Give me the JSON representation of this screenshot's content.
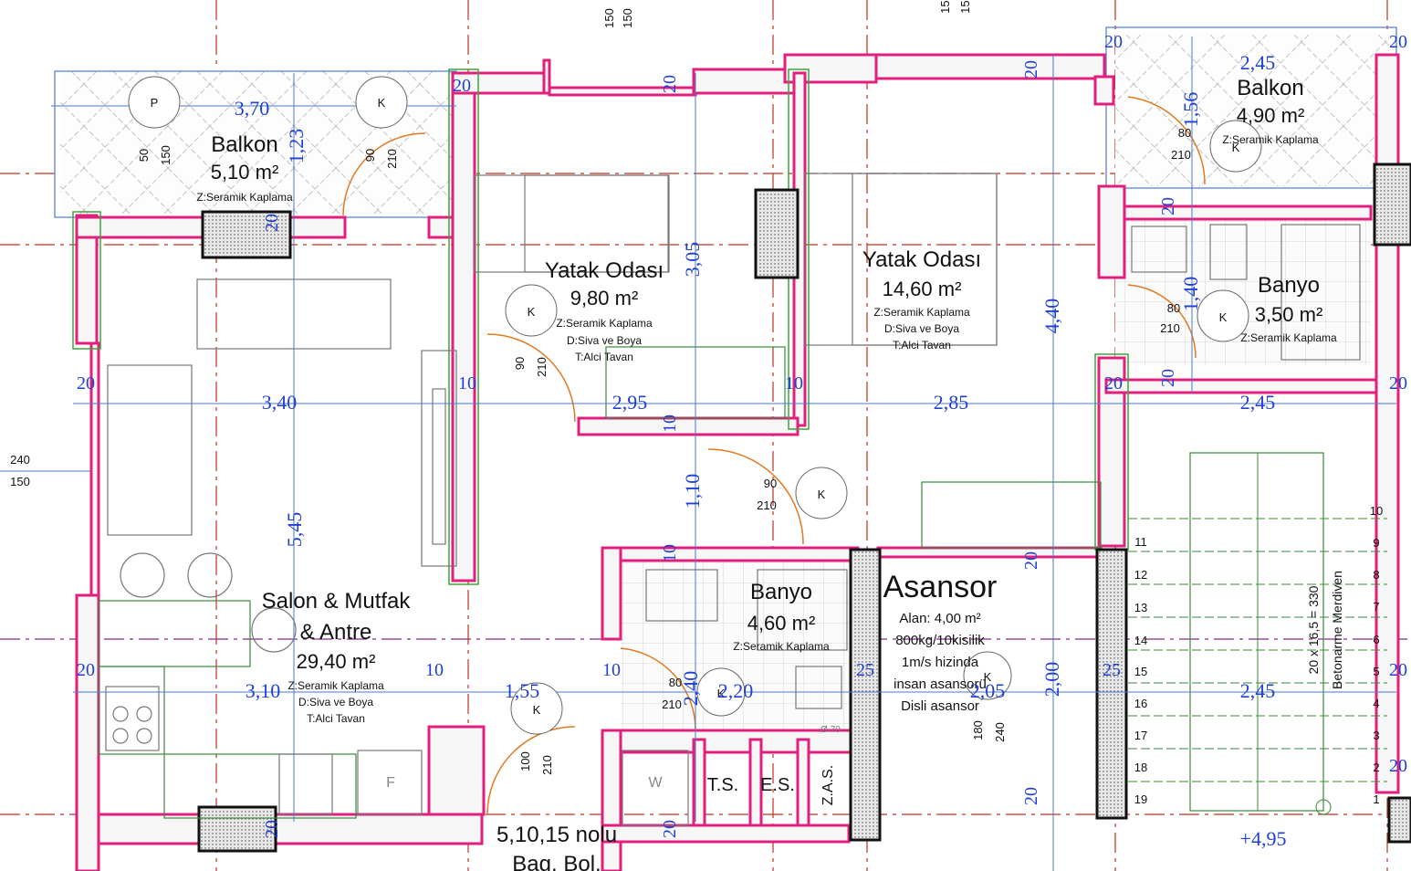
{
  "rooms": {
    "balkon_left": {
      "name": "Balkon",
      "area": "5,10 m²",
      "note": "Z:Seramik Kaplama"
    },
    "balkon_right": {
      "name": "Balkon",
      "area": "4,90 m²",
      "note": "Z:Seramik Kaplama"
    },
    "yatak_1": {
      "name": "Yatak Odası",
      "area": "9,80 m²",
      "notes": [
        "Z:Seramik Kaplama",
        "D:Siva ve Boya",
        "T:Alci Tavan"
      ]
    },
    "yatak_2": {
      "name": "Yatak Odası",
      "area": "14,60 m²",
      "notes": [
        "Z:Seramik Kaplama",
        "D:Siva ve Boya",
        "T:Alci Tavan"
      ]
    },
    "banyo_right": {
      "name": "Banyo",
      "area": "3,50 m²",
      "note": "Z:Seramik Kaplama"
    },
    "salon": {
      "name_1": "Salon & Mutfak",
      "name_2": "& Antre",
      "area": "29,40 m²",
      "notes": [
        "Z:Seramik Kaplama",
        "D:Siva ve Boya",
        "T:Alci Tavan"
      ]
    },
    "banyo_mid": {
      "name": "Banyo",
      "area": "4,60 m²",
      "note": "Z:Seramik Kaplama"
    },
    "asansor": {
      "name": "Asansor",
      "lines": [
        "Alan: 4,00 m²",
        "800kg/10kisilik",
        "1m/s hizinda",
        "insan asansorü",
        "Disli asansor"
      ]
    },
    "merdiven": {
      "label_1": "20 x 16,5 = 330",
      "label_2": "Betonarme Merdiven"
    },
    "bag_bol": {
      "line_1": "5,10,15 nolu",
      "line_2": "Bag. Bol."
    }
  },
  "fixtures": {
    "washer": "W",
    "fridge": "F",
    "ts": "T.S.",
    "es": "E.S.",
    "zas": "Z.A.S.",
    "k": "K",
    "p": "P",
    "elevation": "+4,95"
  },
  "dimensions": {
    "d_3_70": "3,70",
    "d_1_23": "1,23",
    "d_2_45_top": "2,45",
    "d_1_56": "1,56",
    "d_3_40": "3,40",
    "d_2_95": "2,95",
    "d_2_85": "2,85",
    "d_2_45_mid": "2,45",
    "d_3_05": "3,05",
    "d_4_40": "4,40",
    "d_1_40": "1,40",
    "d_1_10": "1,10",
    "d_5_45": "5,45",
    "d_3_10": "3,10",
    "d_1_55": "1,55",
    "d_2_20": "2,20",
    "d_2_05": "2,05",
    "d_2_00": "2,00",
    "d_2_45_low": "2,45",
    "d_2_40": "2,40",
    "d_20": "20",
    "d_10": "10",
    "d_25": "25"
  },
  "openings": {
    "o_150": "150",
    "o_240": "240",
    "o_50": "50",
    "o_90": "90",
    "o_210": "210",
    "o_80": "80",
    "o_100": "100",
    "o_180": "180",
    "o_70": "Ø 70"
  },
  "stairs": {
    "left_steps": [
      "11",
      "12",
      "13",
      "14",
      "15",
      "16",
      "17",
      "18",
      "19"
    ],
    "right_steps": [
      "10",
      "9",
      "8",
      "7",
      "6",
      "5",
      "4",
      "3",
      "2",
      "1"
    ]
  }
}
